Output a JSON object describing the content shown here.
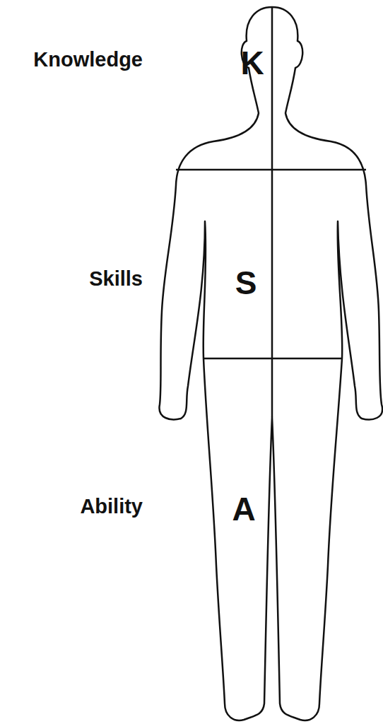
{
  "diagram": {
    "labels": [
      "Knowledge",
      "K",
      "Skills",
      "S",
      "Ability",
      "A"
    ]
  }
}
